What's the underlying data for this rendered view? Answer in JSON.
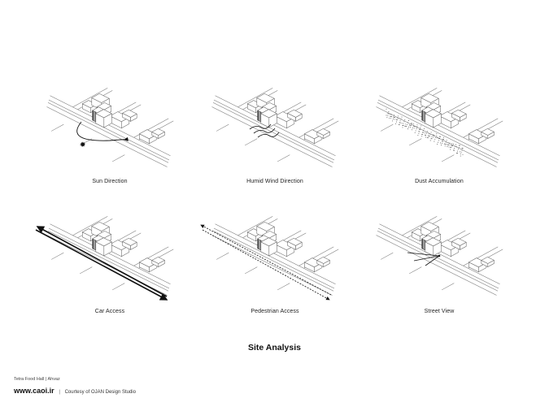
{
  "panels": [
    {
      "id": "sun",
      "caption": "Sun Direction",
      "overlay": "sun-arc"
    },
    {
      "id": "wind",
      "caption": "Humid Wind Direction",
      "overlay": "wind-lines"
    },
    {
      "id": "dust",
      "caption": "Dust Accumulation",
      "overlay": "dust-dots"
    },
    {
      "id": "car",
      "caption": "Car Access",
      "overlay": "car-arrows"
    },
    {
      "id": "ped",
      "caption": "Pedestrian Access",
      "overlay": "dashed-arrows"
    },
    {
      "id": "view",
      "caption": "Street View",
      "overlay": "view-rays"
    }
  ],
  "title": "Site Analysis",
  "credits": {
    "project": "Tetra Food Hall  |  Ahvaz",
    "site": "www.caoi.ir",
    "separator": "|",
    "courtesy": "Courtesy of OJAN Design Studio"
  },
  "colors": {
    "line": "#777777",
    "ink": "#1a1a1a",
    "background": "#ffffff"
  }
}
